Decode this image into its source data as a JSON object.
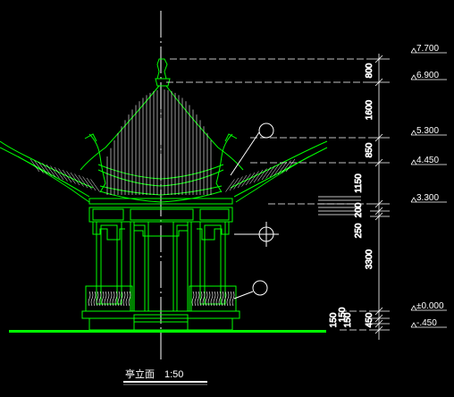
{
  "drawing": {
    "title": "亭立面",
    "scale": "1:50",
    "colors": {
      "background": "#000000",
      "structure": "#00ff00",
      "annotation": "#ffffff",
      "ground": "#00ff00"
    }
  },
  "elevation_marks": [
    {
      "label": "7.700"
    },
    {
      "label": "6.900"
    },
    {
      "label": "5.300"
    },
    {
      "label": "4.450"
    },
    {
      "label": "3.300"
    },
    {
      "label": "±0.000"
    },
    {
      "label": "-.450"
    }
  ],
  "dimension_labels": [
    {
      "text": "800"
    },
    {
      "text": "1600"
    },
    {
      "text": "850"
    },
    {
      "text": "1150"
    },
    {
      "text": "200"
    },
    {
      "text": "250"
    },
    {
      "text": "3300"
    },
    {
      "text": "150"
    },
    {
      "text": "450"
    },
    {
      "text": "150"
    },
    {
      "text": "150"
    }
  ]
}
